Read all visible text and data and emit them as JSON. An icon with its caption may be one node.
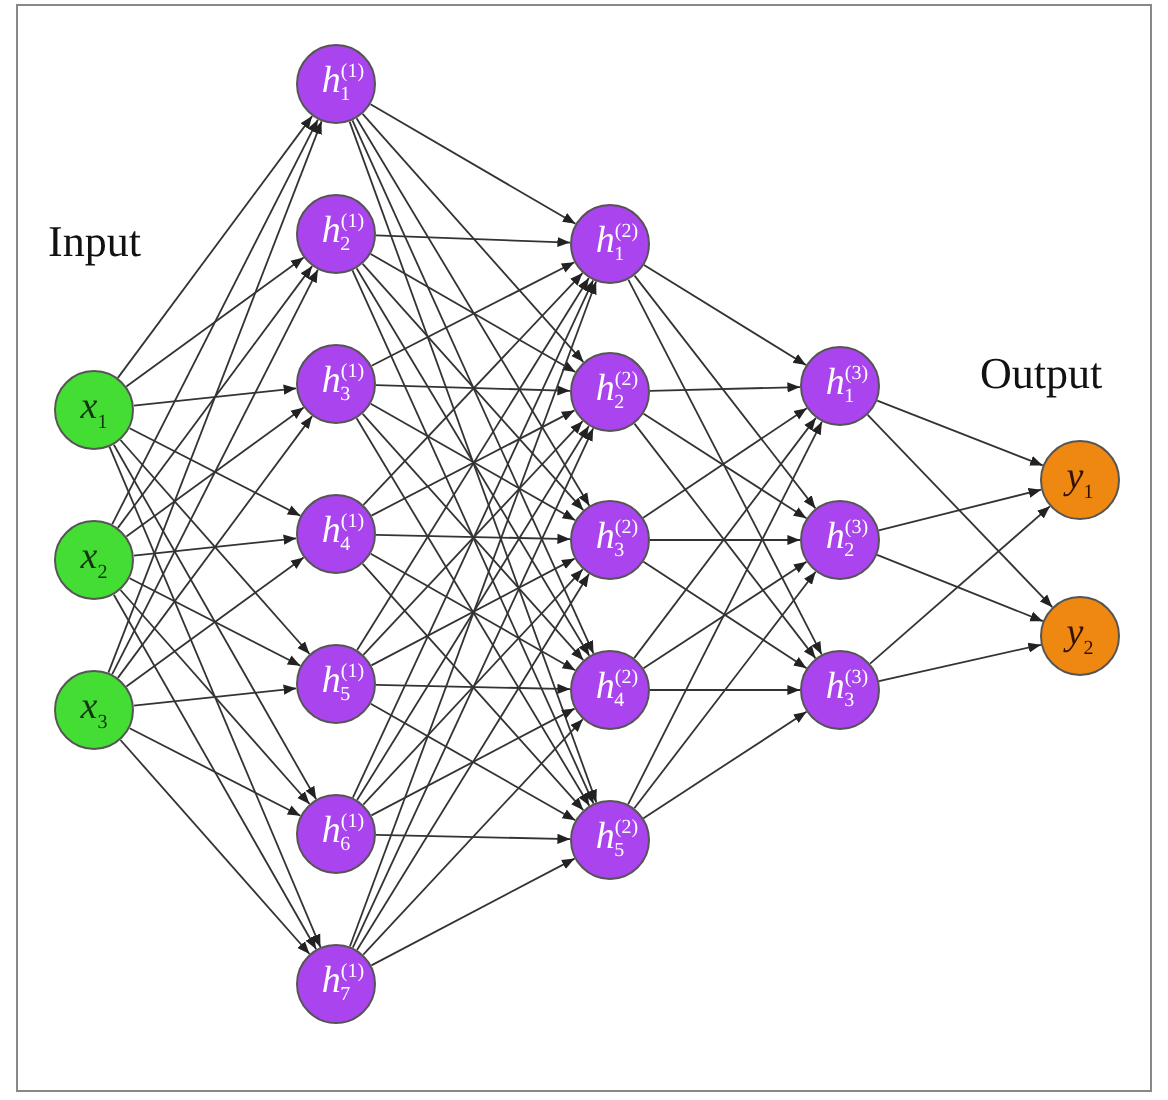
{
  "diagram": {
    "nodes": [
      {
        "text": [
          "*x*$_{1}$"
        ]
      },
      {
        "text": [
          "*x*$_{2}$"
        ]
      },
      {
        "text": [
          "*x*$_{3}$"
        ]
      },
      {
        "text": [
          "*h*$^{(1)}$$_{1}$"
        ]
      },
      {
        "text": [
          "*h*$^{(1)}$$_{2}$"
        ]
      },
      {
        "text": [
          "*h*$^{(1)}$$_{3}$"
        ]
      },
      {
        "text": [
          "*h*$^{(1)}$$_{4}$"
        ]
      },
      {
        "text": [
          "*h*$^{(1)}$$_{5}$"
        ]
      },
      {
        "text": [
          "*h*$^{(1)}$$_{6}$"
        ]
      },
      {
        "text": [
          "*h*$^{(1)}$$_{7}$"
        ]
      },
      {
        "text": [
          "*h*$^{(2)}$$_{1}$"
        ]
      },
      {
        "text": [
          "*h*$^{(2)}$$_{2}$"
        ]
      },
      {
        "text": [
          "*h*$^{(2)}$$_{3}$"
        ]
      },
      {
        "text": [
          "*h*$^{(2)}$$_{4}$"
        ]
      },
      {
        "text": [
          "*h*$^{(2)}$$_{5}$"
        ]
      },
      {
        "text": [
          "*h*$^{(3)}$$_{1}$"
        ]
      },
      {
        "text": [
          "*h*$^{(3)}$$_{2}$"
        ]
      },
      {
        "text": [
          "*h*$^{(3)}$$_{3}$"
        ]
      },
      {
        "text": [
          "*y*$_{1}$"
        ]
      },
      {
        "text": [
          "*y*$_{2}$"
        ]
      }
    ],
    "edges": [
      {
        "from": 0,
        "to": 3,
        "arrow": "to"
      },
      {
        "from": 0,
        "to": 4,
        "arrow": "to"
      },
      {
        "from": 0,
        "to": 5,
        "arrow": "to"
      },
      {
        "from": 0,
        "to": 6,
        "arrow": "to"
      },
      {
        "from": 0,
        "to": 7,
        "arrow": "to"
      },
      {
        "from": 0,
        "to": 8,
        "arrow": "to"
      },
      {
        "from": 0,
        "to": 9,
        "arrow": "to"
      },
      {
        "from": 1,
        "to": 3,
        "arrow": "to"
      },
      {
        "from": 1,
        "to": 4,
        "arrow": "to"
      },
      {
        "from": 1,
        "to": 5,
        "arrow": "to"
      },
      {
        "from": 1,
        "to": 6,
        "arrow": "to"
      },
      {
        "from": 1,
        "to": 7,
        "arrow": "to"
      },
      {
        "from": 1,
        "to": 8,
        "arrow": "to"
      },
      {
        "from": 1,
        "to": 9,
        "arrow": "to"
      },
      {
        "from": 2,
        "to": 3,
        "arrow": "to"
      },
      {
        "from": 2,
        "to": 4,
        "arrow": "to"
      },
      {
        "from": 2,
        "to": 5,
        "arrow": "to"
      },
      {
        "from": 2,
        "to": 6,
        "arrow": "to"
      },
      {
        "from": 2,
        "to": 7,
        "arrow": "to"
      },
      {
        "from": 2,
        "to": 8,
        "arrow": "to"
      },
      {
        "from": 2,
        "to": 9,
        "arrow": "to"
      },
      {
        "from": 3,
        "to": 10,
        "arrow": "to"
      },
      {
        "from": 3,
        "to": 11,
        "arrow": "to"
      },
      {
        "from": 3,
        "to": 12,
        "arrow": "to"
      },
      {
        "from": 3,
        "to": 13,
        "arrow": "to"
      },
      {
        "from": 3,
        "to": 14,
        "arrow": "to"
      },
      {
        "from": 4,
        "to": 10,
        "arrow": "to"
      },
      {
        "from": 4,
        "to": 11,
        "arrow": "to"
      },
      {
        "from": 4,
        "to": 12,
        "arrow": "to"
      },
      {
        "from": 4,
        "to": 13,
        "arrow": "to"
      },
      {
        "from": 4,
        "to": 14,
        "arrow": "to"
      },
      {
        "from": 5,
        "to": 10,
        "arrow": "to"
      },
      {
        "from": 5,
        "to": 11,
        "arrow": "to"
      },
      {
        "from": 5,
        "to": 12,
        "arrow": "to"
      },
      {
        "from": 5,
        "to": 13,
        "arrow": "to"
      },
      {
        "from": 5,
        "to": 14,
        "arrow": "to"
      },
      {
        "from": 6,
        "to": 10,
        "arrow": "to"
      },
      {
        "from": 6,
        "to": 11,
        "arrow": "to"
      },
      {
        "from": 6,
        "to": 12,
        "arrow": "to"
      },
      {
        "from": 6,
        "to": 13,
        "arrow": "to"
      },
      {
        "from": 6,
        "to": 14,
        "arrow": "to"
      },
      {
        "from": 7,
        "to": 10,
        "arrow": "to"
      },
      {
        "from": 7,
        "to": 11,
        "arrow": "to"
      },
      {
        "from": 7,
        "to": 12,
        "arrow": "to"
      },
      {
        "from": 7,
        "to": 13,
        "arrow": "to"
      },
      {
        "from": 7,
        "to": 14,
        "arrow": "to"
      },
      {
        "from": 8,
        "to": 10,
        "arrow": "to"
      },
      {
        "from": 8,
        "to": 11,
        "arrow": "to"
      },
      {
        "from": 8,
        "to": 12,
        "arrow": "to"
      },
      {
        "from": 8,
        "to": 13,
        "arrow": "to"
      },
      {
        "from": 8,
        "to": 14,
        "arrow": "to"
      },
      {
        "from": 9,
        "to": 10,
        "arrow": "to"
      },
      {
        "from": 9,
        "to": 11,
        "arrow": "to"
      },
      {
        "from": 9,
        "to": 12,
        "arrow": "to"
      },
      {
        "from": 9,
        "to": 13,
        "arrow": "to"
      },
      {
        "from": 9,
        "to": 14,
        "arrow": "to"
      },
      {
        "from": 10,
        "to": 15,
        "arrow": "to"
      },
      {
        "from": 10,
        "to": 16,
        "arrow": "to"
      },
      {
        "from": 10,
        "to": 17,
        "arrow": "to"
      },
      {
        "from": 11,
        "to": 15,
        "arrow": "to"
      },
      {
        "from": 11,
        "to": 16,
        "arrow": "to"
      },
      {
        "from": 11,
        "to": 17,
        "arrow": "to"
      },
      {
        "from": 12,
        "to": 15,
        "arrow": "to"
      },
      {
        "from": 12,
        "to": 16,
        "arrow": "to"
      },
      {
        "from": 12,
        "to": 17,
        "arrow": "to"
      },
      {
        "from": 13,
        "to": 15,
        "arrow": "to"
      },
      {
        "from": 13,
        "to": 16,
        "arrow": "to"
      },
      {
        "from": 13,
        "to": 17,
        "arrow": "to"
      },
      {
        "from": 14,
        "to": 15,
        "arrow": "to"
      },
      {
        "from": 14,
        "to": 16,
        "arrow": "to"
      },
      {
        "from": 14,
        "to": 17,
        "arrow": "to"
      },
      {
        "from": 15,
        "to": 18,
        "arrow": "to"
      },
      {
        "from": 15,
        "to": 19,
        "arrow": "to"
      },
      {
        "from": 16,
        "to": 18,
        "arrow": "to"
      },
      {
        "from": 16,
        "to": 19,
        "arrow": "to"
      },
      {
        "from": 17,
        "to": 18,
        "arrow": "to"
      },
      {
        "from": 17,
        "to": 19,
        "arrow": "to"
      }
    ],
    "labels": [
      "Input",
      "Output"
    ]
  }
}
